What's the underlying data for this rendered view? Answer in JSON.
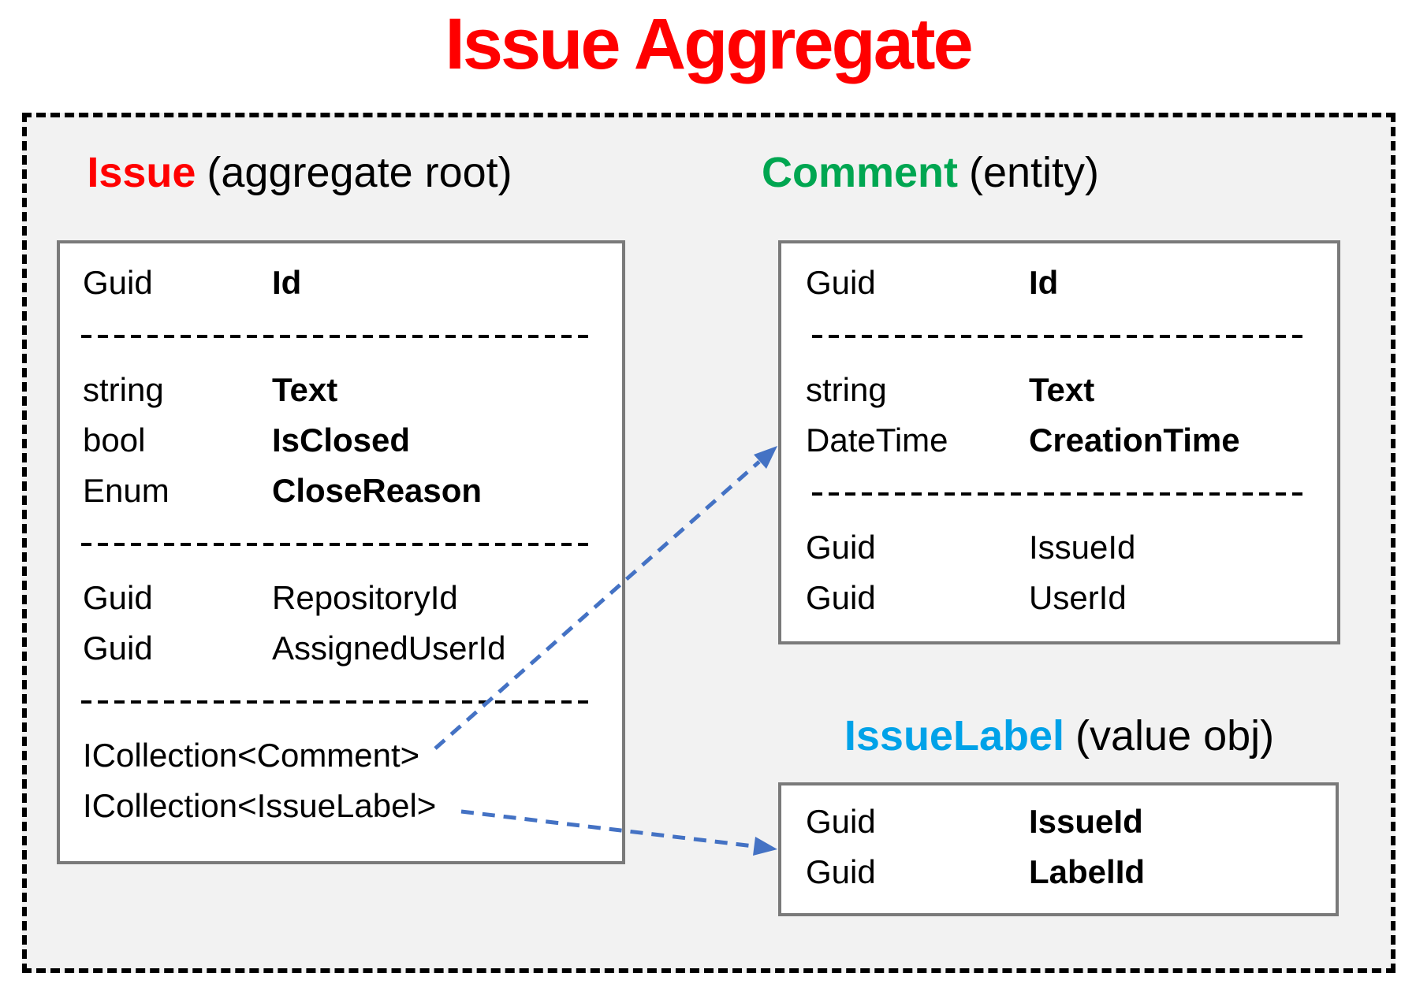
{
  "title": "Issue Aggregate",
  "issue": {
    "header": {
      "name": "Issue",
      "qualifier": "(aggregate root)"
    },
    "rows": [
      {
        "type": "Guid",
        "name": "Id"
      },
      {
        "type": "string",
        "name": "Text"
      },
      {
        "type": "bool",
        "name": "IsClosed"
      },
      {
        "type": "Enum",
        "name": "CloseReason"
      },
      {
        "type": "Guid",
        "name": "RepositoryId"
      },
      {
        "type": "Guid",
        "name": "AssignedUserId"
      },
      {
        "collection": "ICollection<Comment>"
      },
      {
        "collection": "ICollection<IssueLabel>"
      }
    ]
  },
  "comment": {
    "header": {
      "name": "Comment",
      "qualifier": "(entity)"
    },
    "rows": [
      {
        "type": "Guid",
        "name": "Id"
      },
      {
        "type": "string",
        "name": "Text"
      },
      {
        "type": "DateTime",
        "name": "CreationTime"
      },
      {
        "type": "Guid",
        "name": "IssueId"
      },
      {
        "type": "Guid",
        "name": "UserId"
      }
    ]
  },
  "issueLabel": {
    "header": {
      "name": "IssueLabel",
      "qualifier": "(value obj)"
    },
    "rows": [
      {
        "type": "Guid",
        "name": "IssueId"
      },
      {
        "type": "Guid",
        "name": "LabelId"
      }
    ]
  },
  "colors": {
    "title-red": "#FF0000",
    "issue-red": "#FF0000",
    "comment-green": "#00A651",
    "issuelabel-blue": "#00A2E8",
    "arrow-blue": "#4472C4",
    "box-border-gray": "#7A7A7A",
    "boundary-bg": "#F2F2F2",
    "boundary-border": "#000000",
    "text-black": "#000000"
  }
}
